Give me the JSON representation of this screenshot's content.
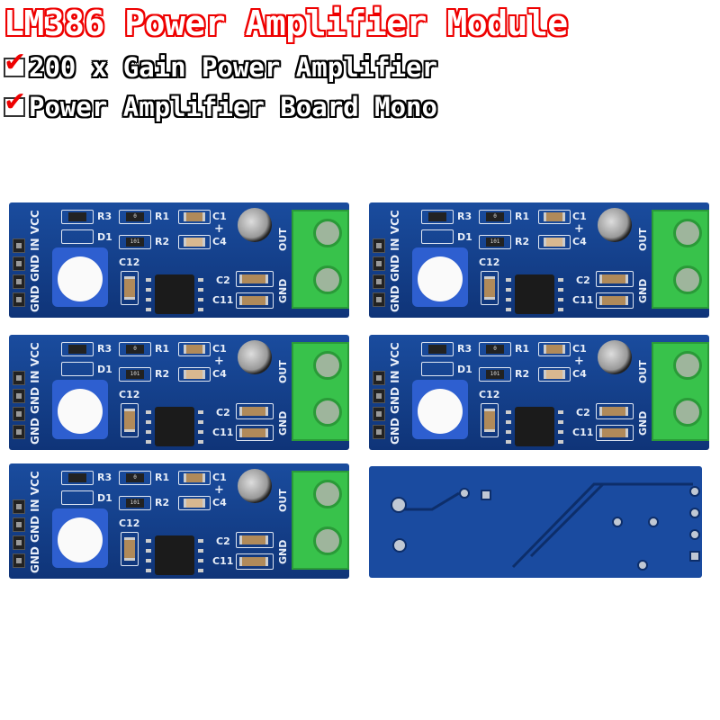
{
  "title": "LM386 Power Amplifier Module",
  "features": [
    {
      "icon": "checkmark-icon",
      "text": "200 x Gain Power Amplifier"
    },
    {
      "icon": "checkmark-icon",
      "text": "Power Amplifier Board Mono"
    }
  ],
  "colors": {
    "title_outline": "#e00000",
    "pcb": "#1a4c9e",
    "terminal": "#38c24b",
    "check": "#e00000"
  },
  "board": {
    "labels": {
      "r3": "R3",
      "r1": "R1",
      "c1": "C1",
      "r2": "R2",
      "c4": "C4",
      "d1": "D1",
      "c12": "C12",
      "c2": "C2",
      "c11": "C11",
      "plus": "+",
      "out": "OUT",
      "gnd_out": "GND",
      "vcc": "VCC",
      "in": "IN",
      "gnd1": "GND",
      "gnd2": "GND"
    },
    "resistor_codes": {
      "r1": "0",
      "r2": "101"
    }
  },
  "board_count_front": 5
}
